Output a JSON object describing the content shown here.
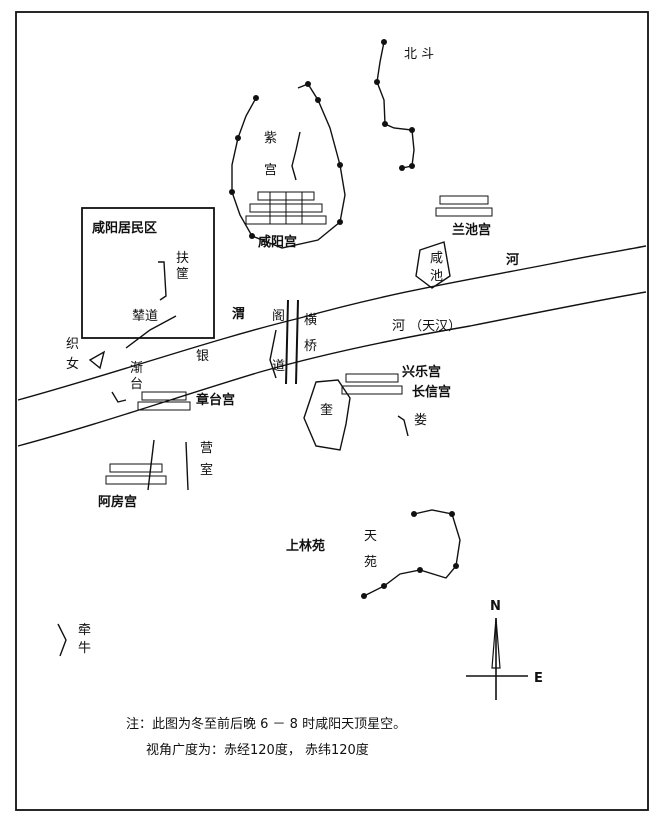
{
  "colors": {
    "ink": "#111111",
    "paper": "#ffffff"
  },
  "labels": {
    "beidou": "北\n斗",
    "zigong": "紫\n宫",
    "xianyang_palace": "咸阳宫",
    "residential": "咸阳居民区",
    "fuzhi": "扶\n筐",
    "niandao": "辇道",
    "wei": "渭",
    "ge_dao": "阁\n道",
    "heng_qiao": "横\n桥",
    "yin": "银",
    "he_tianhan": "河 （天汉）",
    "zhinu": "织\n女",
    "jiantai": "渐\n台",
    "zhangtai_palace": "章台宫",
    "lanchi_palace": "兰池宫",
    "xianchi": "咸\n池",
    "he": "河",
    "xingle_palace": "兴乐宫",
    "changxin_palace": "长信宫",
    "kui": "奎",
    "lou": "娄",
    "yingshi": "营\n室",
    "epang_palace": "阿房宫",
    "shanglin_garden": "上林苑",
    "tianyuan": "天\n苑",
    "qianniu": "牵\n牛",
    "compass_n": "N",
    "compass_e": "E",
    "note_line1": "注：此图为冬至前后晚 6 － 8 时咸阳天顶星空。",
    "note_line2": "视角广度为：赤经120度，  赤纬120度"
  }
}
